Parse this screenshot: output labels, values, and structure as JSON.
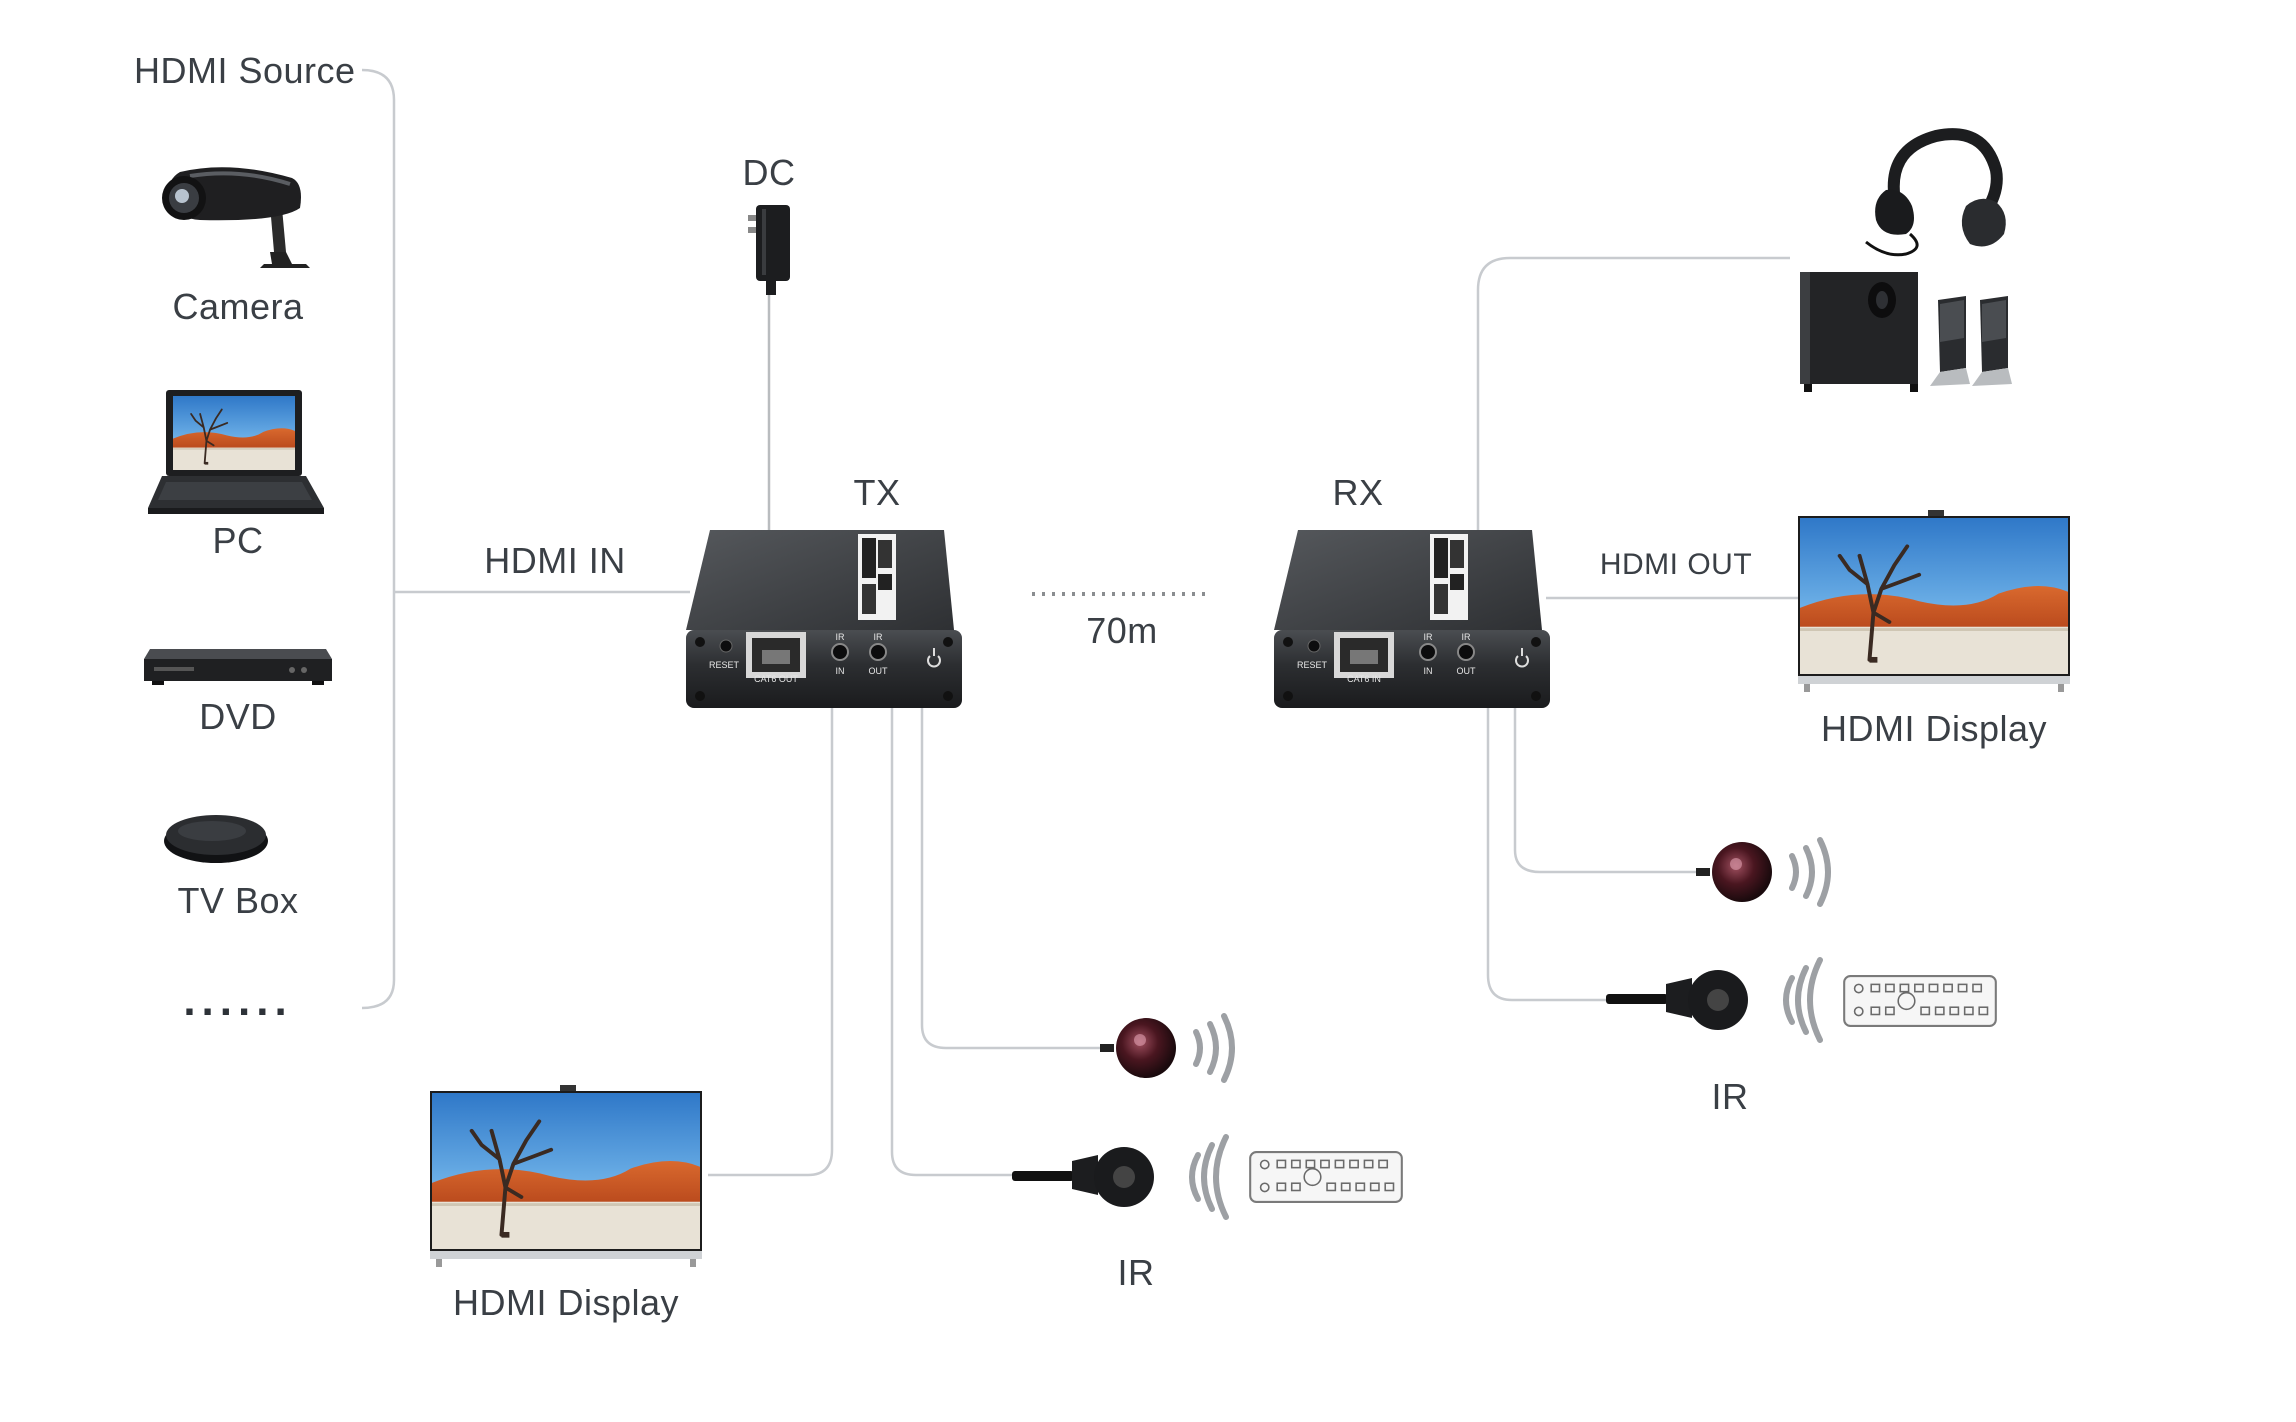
{
  "sources": {
    "heading": "HDMI Source",
    "items": [
      {
        "label": "Camera",
        "icon": "camera-icon"
      },
      {
        "label": "PC",
        "icon": "laptop-icon"
      },
      {
        "label": "DVD",
        "icon": "dvd-player-icon"
      },
      {
        "label": "TV Box",
        "icon": "tv-box-icon"
      },
      {
        "label": "......",
        "icon": "more-dots"
      }
    ]
  },
  "power": {
    "label": "DC",
    "icon": "power-adapter-icon"
  },
  "links": {
    "hdmi_in": "HDMI IN",
    "hdmi_out": "HDMI OUT",
    "distance": "70m"
  },
  "transmitter": {
    "label": "TX",
    "ports": {
      "reset": "RESET",
      "cat": "CAT6 OUT",
      "ir_in": "IN",
      "ir_out": "OUT",
      "ir": "IR"
    }
  },
  "receiver": {
    "label": "RX",
    "ports": {
      "reset": "RESET",
      "cat": "CAT6 IN",
      "ir_in": "IN",
      "ir_out": "OUT",
      "ir": "IR"
    }
  },
  "tx_display": {
    "label": "HDMI Display",
    "icon": "tv-display-icon"
  },
  "rx_display": {
    "label": "HDMI Display",
    "icon": "tv-display-icon"
  },
  "audio": {
    "icons": [
      "headphones-icon",
      "speakers-icon"
    ]
  },
  "tx_ir": {
    "label": "IR",
    "icons": [
      "ir-receiver-icon",
      "ir-blaster-icon",
      "remote-control-icon"
    ]
  },
  "rx_ir": {
    "label": "IR",
    "icons": [
      "ir-receiver-icon",
      "ir-blaster-icon",
      "remote-control-icon"
    ]
  },
  "colors": {
    "line": "#c8cbcf",
    "cable": "#5bc6e0",
    "device": "#2a2c2f",
    "text": "#3a3f45"
  }
}
